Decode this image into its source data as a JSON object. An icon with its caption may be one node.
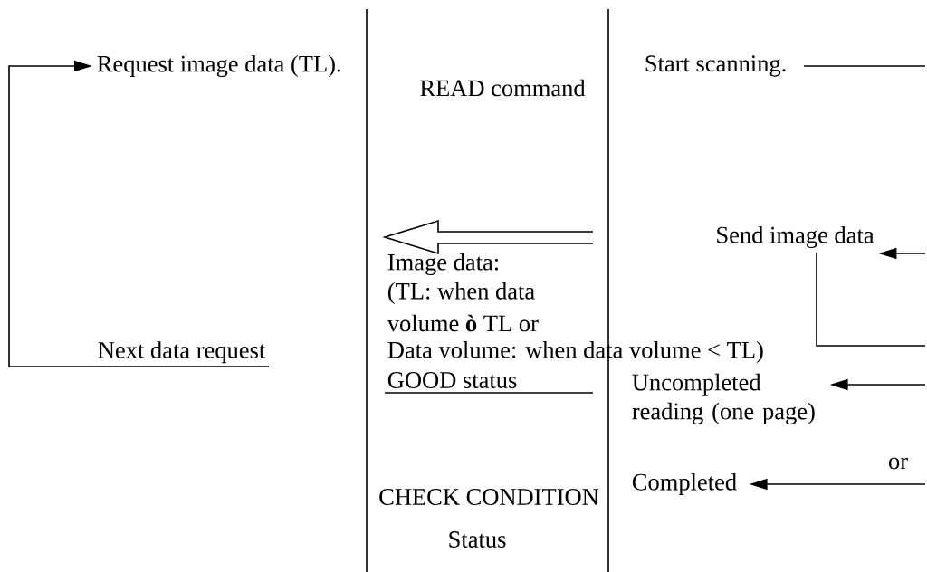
{
  "diagram": {
    "nodes": [
      {
        "text": [
          "Request image data (TL)."
        ]
      },
      {
        "text": [
          "Next data request"
        ]
      },
      {
        "text": [
          "Start scanning."
        ]
      },
      {
        "text": [
          "Send image data"
        ]
      },
      {
        "text": [
          "Uncompleted reading (one page)"
        ]
      },
      {
        "text": [
          "Completed"
        ]
      }
    ],
    "edges": [
      {
        "from": 1,
        "to": 0,
        "arrow": "to"
      },
      {
        "from": 2,
        "to": null,
        "arrow": "none"
      },
      {
        "from": null,
        "to": 3,
        "arrow": "to"
      },
      {
        "from": 3,
        "to": null,
        "arrow": "none"
      },
      {
        "from": null,
        "to": 4,
        "arrow": "to"
      },
      {
        "from": null,
        "to": 5,
        "arrow": "to",
        "label": "or"
      }
    ],
    "labels": [
      "READ command",
      "Image data:",
      "(TL: when data",
      "volume **ò** TL or",
      "Data volume: when data volume < TL)",
      "GOOD status",
      "CHECK CONDITION",
      "Status"
    ]
  }
}
